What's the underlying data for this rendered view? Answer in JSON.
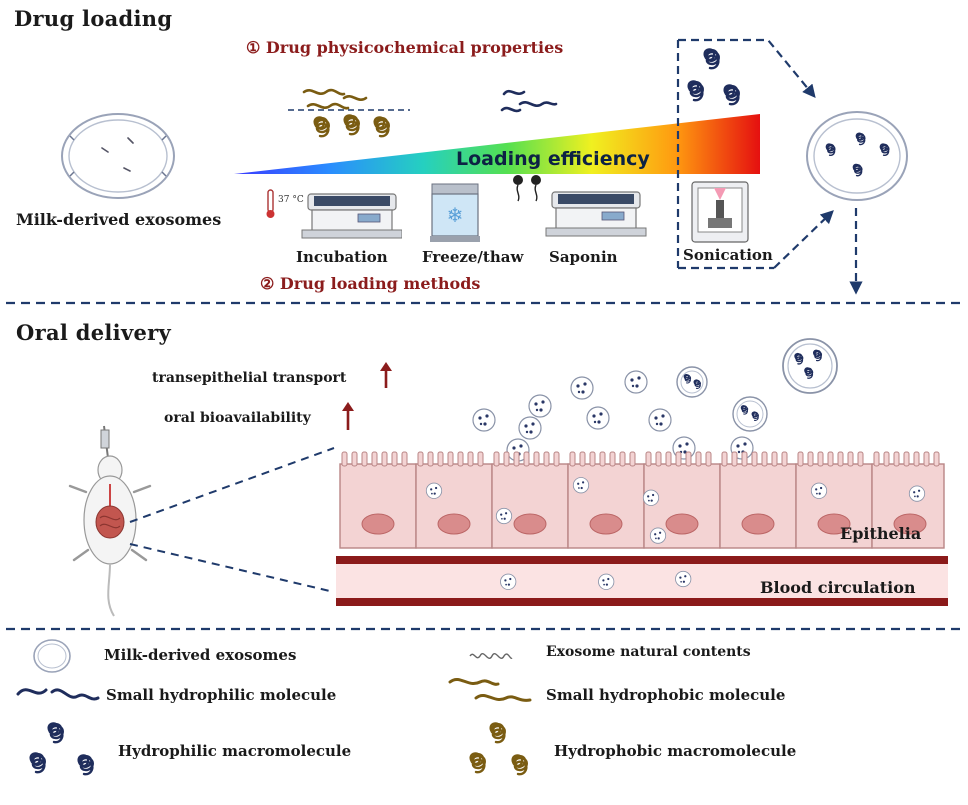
{
  "drug_loading": {
    "title": "Drug loading",
    "properties_label": "① Drug physicochemical properties",
    "methods_label": "② Drug loading  methods",
    "exosome_label": "Milk-derived exosomes",
    "efficiency_label": "Loading efficiency",
    "temp_label": "37 °C",
    "methods": [
      "Incubation",
      "Freeze/thaw",
      "Saponin",
      "Sonication"
    ]
  },
  "oral_delivery": {
    "title": "Oral delivery",
    "transport_label": "transepithelial transport",
    "bioavailability_label": "oral bioavailability",
    "epithelia_label": "Epithelia",
    "blood_label": "Blood circulation"
  },
  "legend": {
    "exosomes": "Milk-derived exosomes",
    "natural_contents": "Exosome natural contents",
    "small_hydrophilic": "Small hydrophilic molecule",
    "small_hydrophobic": "Small hydrophobic molecule",
    "hydrophilic_macro": "Hydrophilic macromolecule",
    "hydrophobic_macro": "Hydrophobic macromolecule"
  },
  "colors": {
    "hydrophilic": "#1f2d5c",
    "hydrophobic": "#7a5c12",
    "arrow_red": "#8b1c1c",
    "dash_blue": "#1f3a6b",
    "cell_fill": "#f3d3d3",
    "nucleus": "#d98c8c",
    "blood": "#8b1a1a"
  }
}
